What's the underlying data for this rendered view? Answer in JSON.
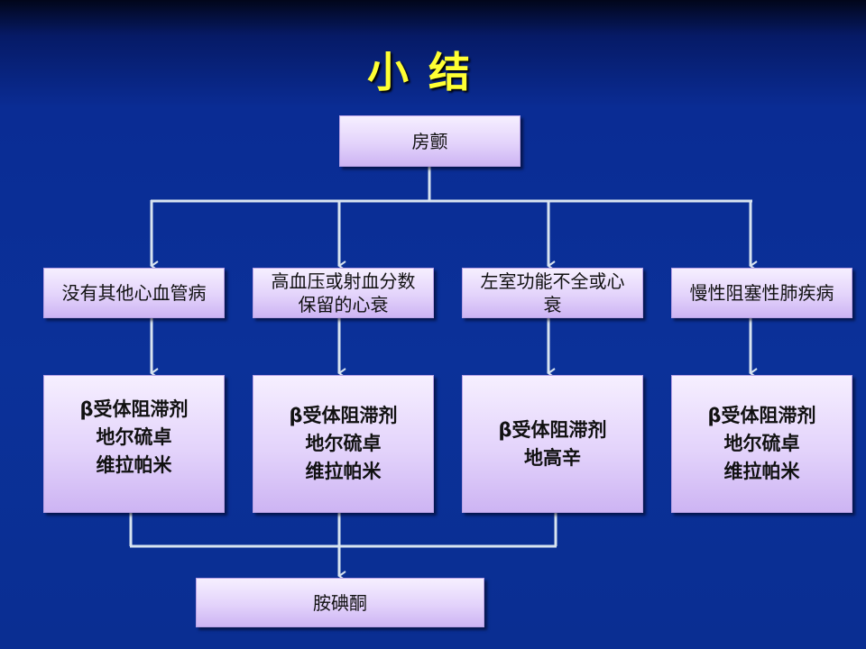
{
  "title": "小结",
  "root": "房颤",
  "conditions": [
    "没有其他心血管病",
    "高血压或射血分数保留的心衰",
    "左室功能不全或心衰",
    "慢性阻塞性肺疾病"
  ],
  "drugs": [
    [
      "β受体阻滞剂",
      "地尔硫卓",
      "维拉帕米"
    ],
    [
      "β受体阻滞剂",
      "地尔硫卓",
      "维拉帕米"
    ],
    [
      "β受体阻滞剂",
      "地高辛"
    ],
    [
      "β受体阻滞剂",
      "地尔硫卓",
      "维拉帕米"
    ]
  ],
  "final": "胺碘酮",
  "colors": {
    "title": "#ffff33",
    "line": "#d8e4f0"
  }
}
